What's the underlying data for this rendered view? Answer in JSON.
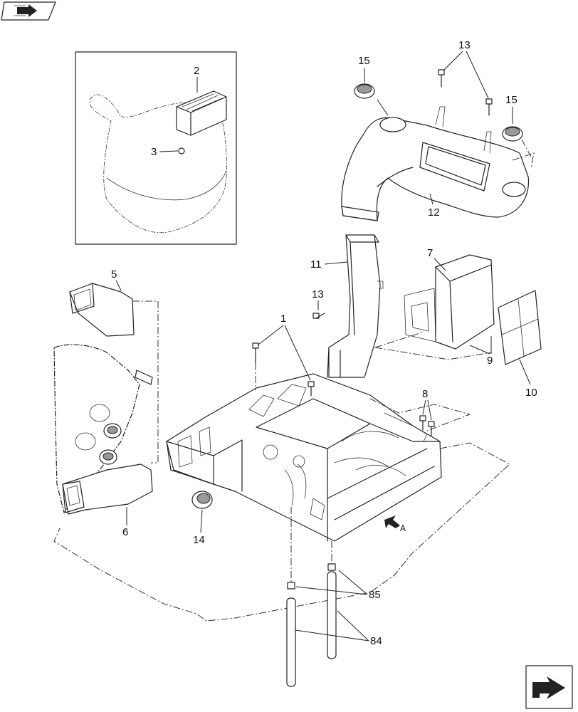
{
  "callouts": {
    "c1": "1",
    "c2": "2",
    "c3": "3",
    "c5": "5",
    "c6": "6",
    "c7": "7",
    "c8": "8",
    "c9": "9",
    "c10": "10",
    "c11": "11",
    "c12": "12",
    "c13a": "13",
    "c13b": "13",
    "c14": "14",
    "c15a": "15",
    "c15b": "15",
    "c84": "84",
    "c85": "85"
  },
  "view_label": "A",
  "icons": {
    "top_left": "book-navigation-icon",
    "bottom_right": "next-page-arrow-icon"
  }
}
